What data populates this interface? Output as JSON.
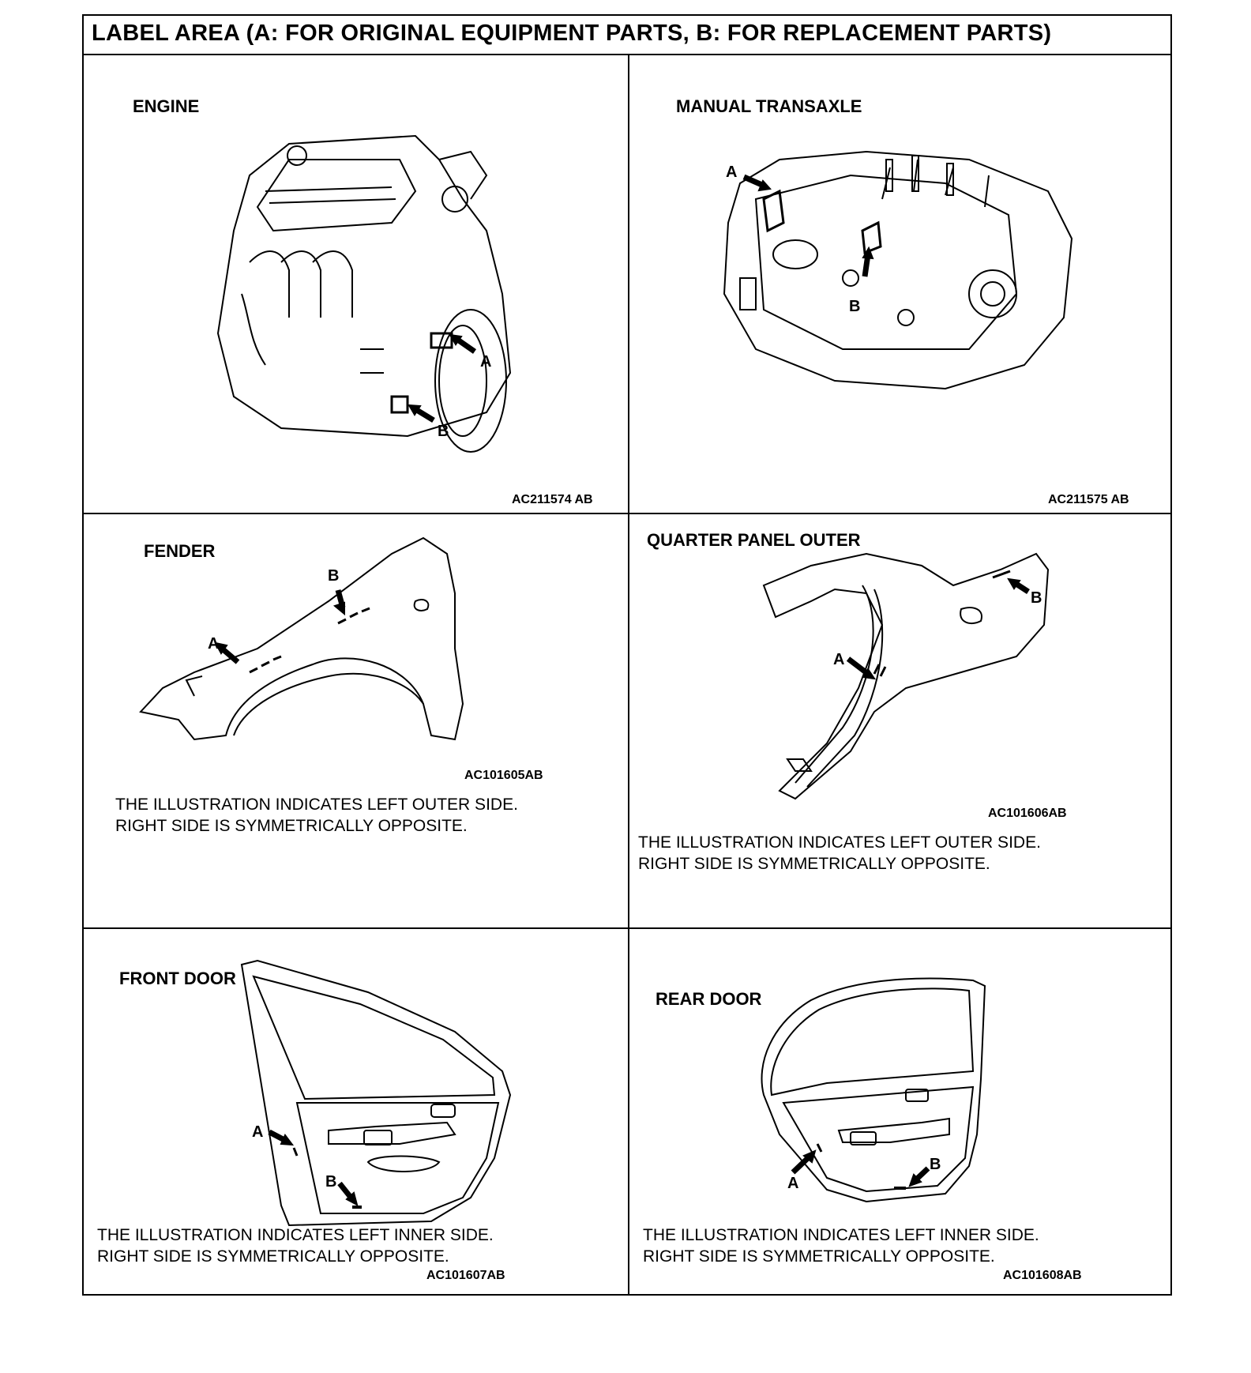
{
  "header": {
    "title": "LABEL AREA (A: FOR ORIGINAL EQUIPMENT PARTS, B: FOR REPLACEMENT PARTS)"
  },
  "panels": [
    {
      "title": "ENGINE",
      "code": "AC211574 AB",
      "marker_a": "A",
      "marker_b": "B"
    },
    {
      "title": "MANUAL TRANSAXLE",
      "code": "AC211575 AB",
      "marker_a": "A",
      "marker_b": "B"
    },
    {
      "title": "FENDER",
      "code": "AC101605AB",
      "marker_a": "A",
      "marker_b": "B",
      "note_line1": "THE ILLUSTRATION INDICATES LEFT OUTER SIDE.",
      "note_line2": "RIGHT SIDE IS SYMMETRICALLY OPPOSITE."
    },
    {
      "title": "QUARTER PANEL OUTER",
      "code": "AC101606AB",
      "marker_a": "A",
      "marker_b": "B",
      "note_line1": "THE ILLUSTRATION INDICATES LEFT OUTER SIDE.",
      "note_line2": "RIGHT SIDE IS SYMMETRICALLY OPPOSITE."
    },
    {
      "title": "FRONT DOOR",
      "code": "AC101607AB",
      "marker_a": "A",
      "marker_b": "B",
      "note_line1": "THE ILLUSTRATION INDICATES LEFT INNER SIDE.",
      "note_line2": "RIGHT SIDE IS SYMMETRICALLY OPPOSITE."
    },
    {
      "title": "REAR DOOR",
      "code": "AC101608AB",
      "marker_a": "A",
      "marker_b": "B",
      "note_line1": "THE ILLUSTRATION INDICATES LEFT INNER SIDE.",
      "note_line2": "RIGHT SIDE IS SYMMETRICALLY OPPOSITE."
    }
  ]
}
